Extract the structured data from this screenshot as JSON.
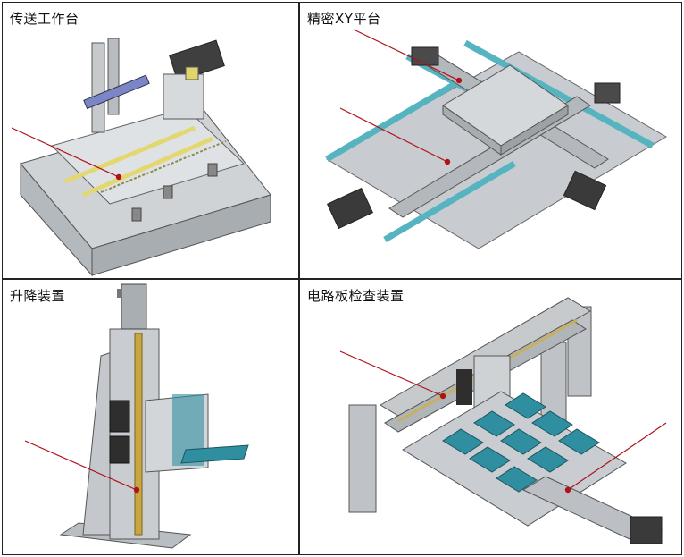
{
  "panels": [
    {
      "title": "传送工作台",
      "icon": "conveyor-workbench-illustration"
    },
    {
      "title": "精密XY平台",
      "icon": "precision-xy-stage-illustration"
    },
    {
      "title": "升降装置",
      "icon": "lifting-device-illustration"
    },
    {
      "title": "电路板检查装置",
      "icon": "circuit-board-inspection-illustration"
    }
  ],
  "colors": {
    "pointer_line": "#b0121b",
    "frame_gray": "#b9bec3",
    "rail_cyan": "#55b4bf",
    "screw_yellow": "#d8d17a",
    "pcb_teal": "#2f8ea0"
  }
}
